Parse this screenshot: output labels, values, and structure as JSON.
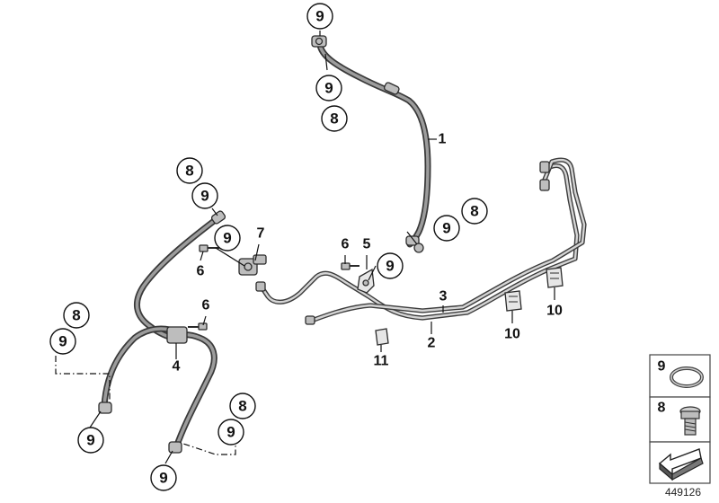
{
  "diagram_id": "449126",
  "part_labels": {
    "p1": "1",
    "p2": "2",
    "p3": "3",
    "p4": "4",
    "p5": "5",
    "p6a": "6",
    "p6b": "6",
    "p6c": "6",
    "p7": "7",
    "p10a": "10",
    "p10b": "10",
    "p11": "11"
  },
  "callouts": {
    "c9_top": "9",
    "c9_hose1_a": "9",
    "c8_hose1_a": "8",
    "c8_left_upper": "8",
    "c9_left_upper": "9",
    "c9_mid_left": "9",
    "c9_right_hose1": "9",
    "c8_right_hose1": "8",
    "c9_mid": "9",
    "c8_left_lower": "8",
    "c9_left_lower": "9",
    "c9_bottom_left": "9",
    "c8_bottom_right": "8",
    "c9_bottom_right": "9",
    "c9_bottom": "9"
  },
  "legend": {
    "seal_label": "9",
    "screw_label": "8"
  }
}
